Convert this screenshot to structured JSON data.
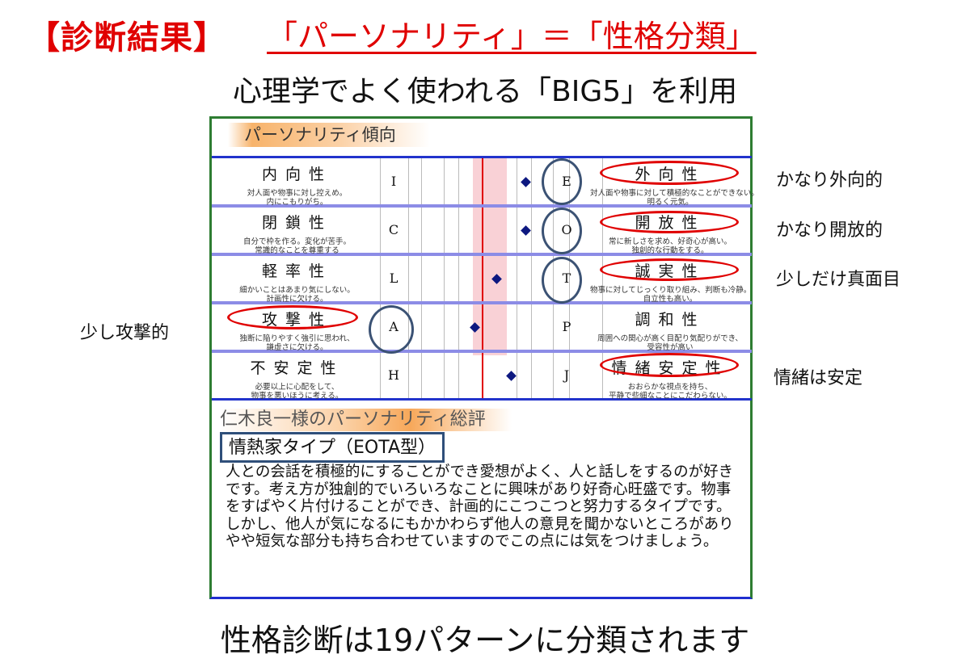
{
  "title": {
    "left": "【診断結果】",
    "right": "「パーソナリティ」＝「性格分類」"
  },
  "subtitle": "心理学でよく使われる「BIG5」を利用",
  "chart": {
    "section_title": "パーソナリティ傾向",
    "rows": [
      {
        "left_name": "内向性",
        "left_desc": [
          "対人面や物事に対し控えめ。",
          "内にこもりがち。"
        ],
        "left_letter": "I",
        "right_letter": "E",
        "right_name": "外向性",
        "right_desc": [
          "対人面や物事に対して積極的なことができない。",
          "明るく元気。"
        ],
        "position": 3
      },
      {
        "left_name": "閉鎖性",
        "left_desc": [
          "自分で枠を作る。変化が苦手。",
          "常識的なことを尊重する"
        ],
        "left_letter": "C",
        "right_letter": "O",
        "right_name": "開放性",
        "right_desc": [
          "常に新しさを求め、好奇心が高い。",
          "独創的な行動をする。"
        ],
        "position": 3
      },
      {
        "left_name": "軽率性",
        "left_desc": [
          "細かいことはあまり気にしない。",
          "計画性に欠ける。"
        ],
        "left_letter": "L",
        "right_letter": "T",
        "right_name": "誠実性",
        "right_desc": [
          "物事に対してじっくり取り組み、判断も冷静。",
          "自立性も高い。"
        ],
        "position": 1
      },
      {
        "left_name": "攻撃性",
        "left_desc": [
          "独断に陥りやすく強引に思われ、",
          "謙虚さに欠ける。"
        ],
        "left_letter": "A",
        "right_letter": "P",
        "right_name": "調和性",
        "right_desc": [
          "周囲への関心が高く目配り気配りができ、",
          "受容性が高い"
        ],
        "position": -0.5
      },
      {
        "left_name": "不安定性",
        "left_desc": [
          "必要以上に心配をして、",
          "物事を悪いほうに考える。"
        ],
        "left_letter": "H",
        "right_letter": "J",
        "right_name": "情緒安定性",
        "right_desc": [
          "おおらかな視点を持ち、",
          "平静で些細なことにこだわらない。"
        ],
        "position": 2
      }
    ]
  },
  "side_notes": {
    "extravert": "かなり外向的",
    "open": "かなり開放的",
    "conscientious": "少しだけ真面目",
    "aggressive": "少し攻撃的",
    "stable": "情緒は安定"
  },
  "summary": {
    "title": "仁木良一様のパーソナリティ総評",
    "type": "情熱家タイプ（EOTA型）",
    "text": "人との会話を積極的にすることができ愛想がよく、人と話しをするのが好きです。考え方が独創的でいろいろなことに興味があり好奇心旺盛です。物事をすばやく片付けることができ、計画的にこつこつと努力するタイプです。しかし、他人が気になるにもかかわらず他人の意見を聞かないところがありやや短気な部分も持ち合わせていますのでこの点には気をつけましょう。"
  },
  "footer": "性格診断は19パターンに分類されます",
  "colors": {
    "title_red": "#e00000",
    "panel_green": "#2e7d32",
    "line_blue": "#2233cc",
    "marker": "#0d1880",
    "highlight": "#f7c6cc"
  }
}
